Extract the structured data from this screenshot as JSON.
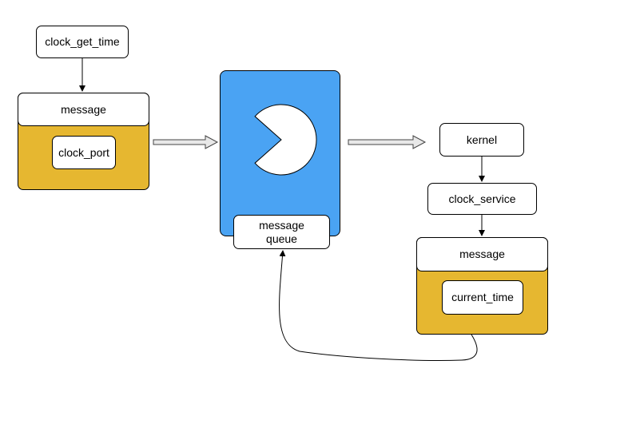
{
  "diagram": {
    "top_left_call": "clock_get_time",
    "left_message": {
      "header": "message",
      "field": "clock_port"
    },
    "queue": {
      "label_line1": "message",
      "label_line2": "queue"
    },
    "right_kernel": "kernel",
    "right_service": "clock_service",
    "right_message": {
      "header": "message",
      "field": "current_time"
    }
  },
  "colors": {
    "message_body": "#e6b730",
    "queue_container": "#4aa3f3",
    "pacman": "#ffffff",
    "flow_arrow": "#e8e8e8"
  },
  "icons": [
    "pacman-icon"
  ]
}
